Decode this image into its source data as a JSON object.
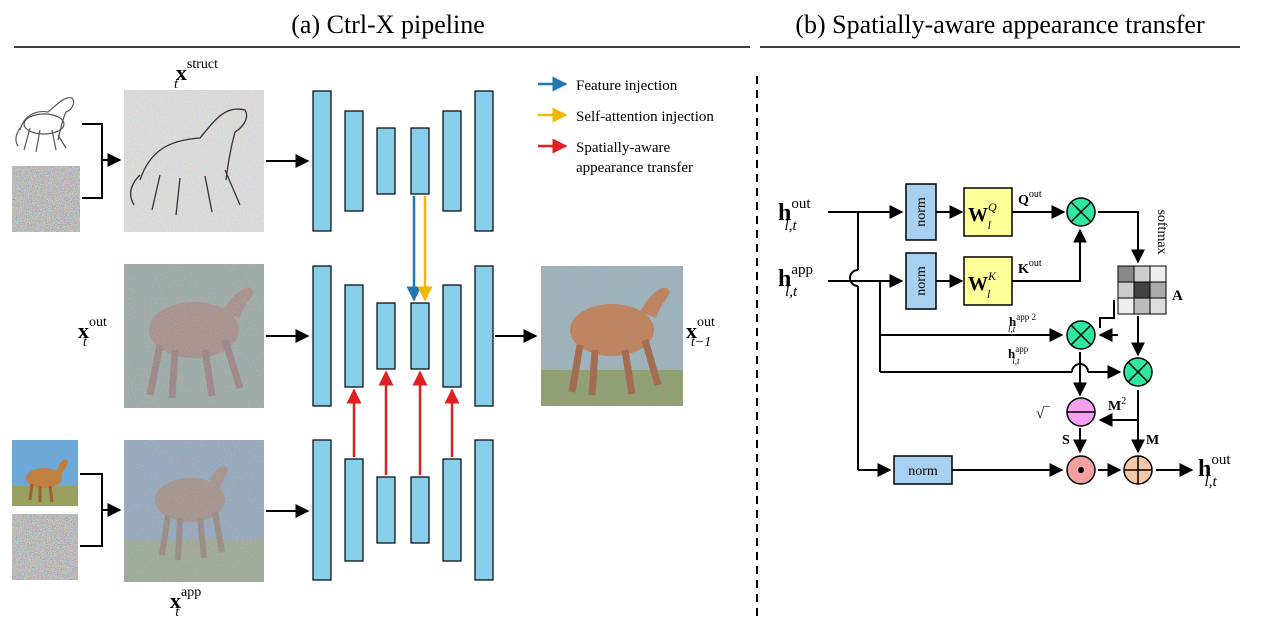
{
  "panel_a": {
    "title": "(a) Ctrl-X pipeline",
    "legend": {
      "feature": "Feature injection",
      "self_attention": "Self-attention injection",
      "spatial_line1": "Spatially-aware",
      "spatial_line2": "appearance transfer"
    },
    "labels": {
      "x_struct_base": "x",
      "x_struct_sup": "struct",
      "x_struct_sub": "t",
      "x_out_base": "x",
      "x_out_sup": "out",
      "x_out_sub": "t",
      "x_app_base": "x",
      "x_app_sup": "app",
      "x_app_sub": "t",
      "x_final_base": "x",
      "x_final_sup": "out",
      "x_final_sub": "t−1"
    }
  },
  "panel_b": {
    "title": "(b) Spatially-aware appearance transfer",
    "norm": "norm",
    "h_out_base": "h",
    "h_out_sup": "out",
    "h_out_sub": "l,t",
    "h_app_base": "h",
    "h_app_sup": "app",
    "h_app_sub": "l,t",
    "wq_base": "W",
    "wq_sup": "Q",
    "wq_sub": "l",
    "wk_base": "W",
    "wk_sup": "K",
    "wk_sub": "l",
    "q_base": "Q",
    "q_sup": "out",
    "k_base": "K",
    "k_sup": "out",
    "softmax": "softmax",
    "a_label": "A",
    "happ2_base": "h",
    "happ2_sup": "app 2",
    "happ2_sub": "l,t",
    "happ_base": "h",
    "happ_sup": "app",
    "happ_sub": "l,t",
    "m2_base": "M",
    "m2_sup": "2",
    "m_label": "M",
    "s_label": "S",
    "sqrt": "√‾",
    "hout_final_base": "h",
    "hout_final_sup": "out",
    "hout_final_sub": "l,t"
  },
  "colors": {
    "unet_block": "#87CEEB",
    "feature_arrow": "#1f77b4",
    "self_attn_arrow": "#f2b705",
    "spatial_arrow": "#e02020",
    "norm_box": "#a8d0f0",
    "weight_box": "#ffff99",
    "otimes_node": "#2ee8a0",
    "sqrt_node": "#f5a0f0",
    "odot_node": "#f5a0a0",
    "oplus_node": "#f5c8a8"
  }
}
